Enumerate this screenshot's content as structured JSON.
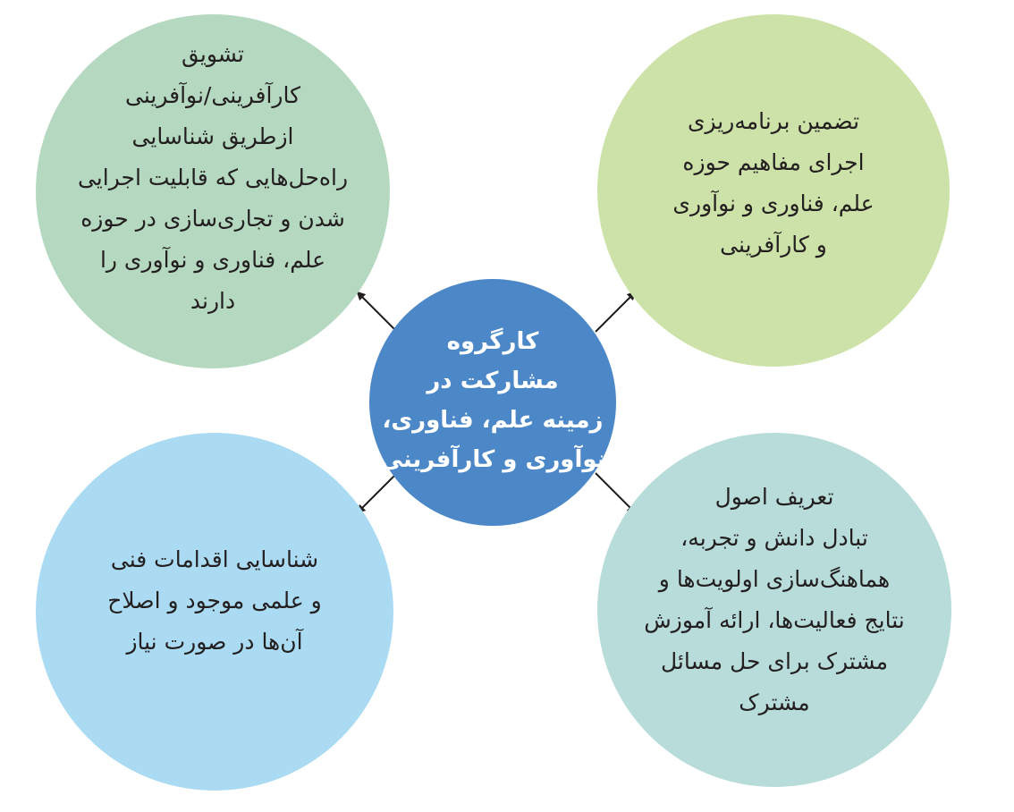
{
  "center": {
    "text": "کارگروه\nمشارکت در\nزمینه علم، فناوری،\nنوآوری و کارآفرینی"
  },
  "nodes": {
    "top_left": "تشویق\nکارآفرینی/نوآفرینی\nازطریق شناسایی\nراه‌حل‌هایی که قابلیت اجرایی\nشدن و تجاری‌سازی در حوزه\nعلم، فناوری و نوآوری را\nدارند",
    "top_right": "تضمین برنامه‌ریزی\nاجرای مفاهیم حوزه\nعلم، فناوری و نوآوری\nو کارآفرینی",
    "bottom_left": "شناسایی اقدامات فنی\nو علمی موجود و اصلاح\nآن‌ها در صورت نیاز",
    "bottom_right": "تعریف اصول\nتبادل دانش و تجربه،\nهماهنگ‌سازی اولویت‌ها و\nنتایج فعالیت‌ها، ارائه آموزش\nمشترک برای حل مسائل\nمشترک"
  },
  "colors": {
    "center": "#4c88c8",
    "top_left": "#b5d9c0",
    "top_right": "#cde2a8",
    "bottom_left": "#abdbf2",
    "bottom_right": "#b7dcd9",
    "arrow": "#231f20"
  }
}
